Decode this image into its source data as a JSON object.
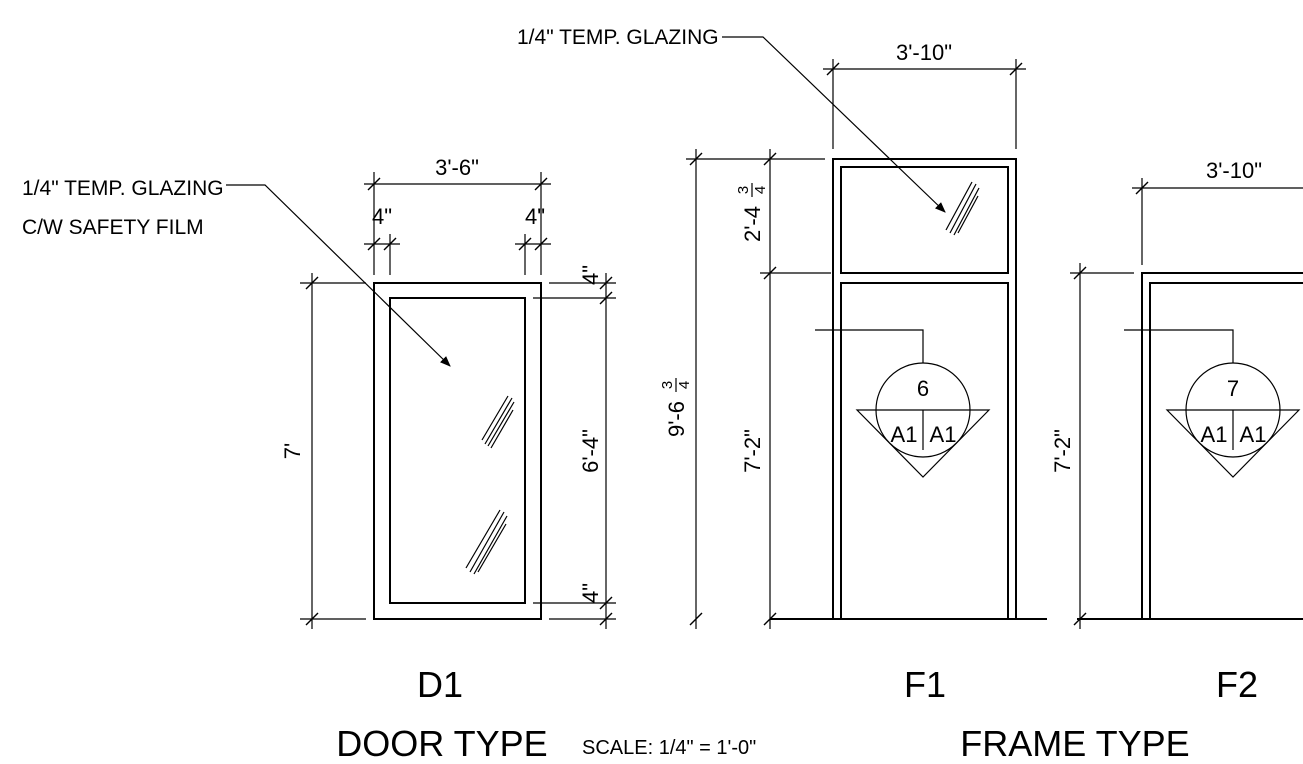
{
  "notes": {
    "glazing_top": "1/4\" TEMP. GLAZING",
    "glazing_left_line1": "1/4\" TEMP. GLAZING",
    "glazing_left_line2": "C/W SAFETY FILM"
  },
  "d1": {
    "width": "3'-6\"",
    "stile_left": "4\"",
    "stile_right": "4\"",
    "height": "7'",
    "rail_top": "4\"",
    "glass_height": "6'-4\"",
    "rail_bottom": "4\"",
    "mark": "D1"
  },
  "f1": {
    "width": "3'-10\"",
    "overall_height": "9'-6",
    "overall_frac_num": "3",
    "overall_frac_den": "4",
    "transom_height": "2'-4",
    "transom_frac_num": "3",
    "transom_frac_den": "4",
    "door_height": "7'-2\"",
    "detail_number": "6",
    "detail_sheet_left": "A1",
    "detail_sheet_right": "A1",
    "mark": "F1"
  },
  "f2": {
    "width": "3'-10\"",
    "door_height": "7'-2\"",
    "detail_number": "7",
    "detail_sheet_left": "A1",
    "detail_sheet_right": "A1",
    "mark": "F2"
  },
  "titles": {
    "door_type": "DOOR TYPE",
    "scale": "SCALE: 1/4\" = 1'-0\"",
    "frame_type": "FRAME TYPE"
  }
}
